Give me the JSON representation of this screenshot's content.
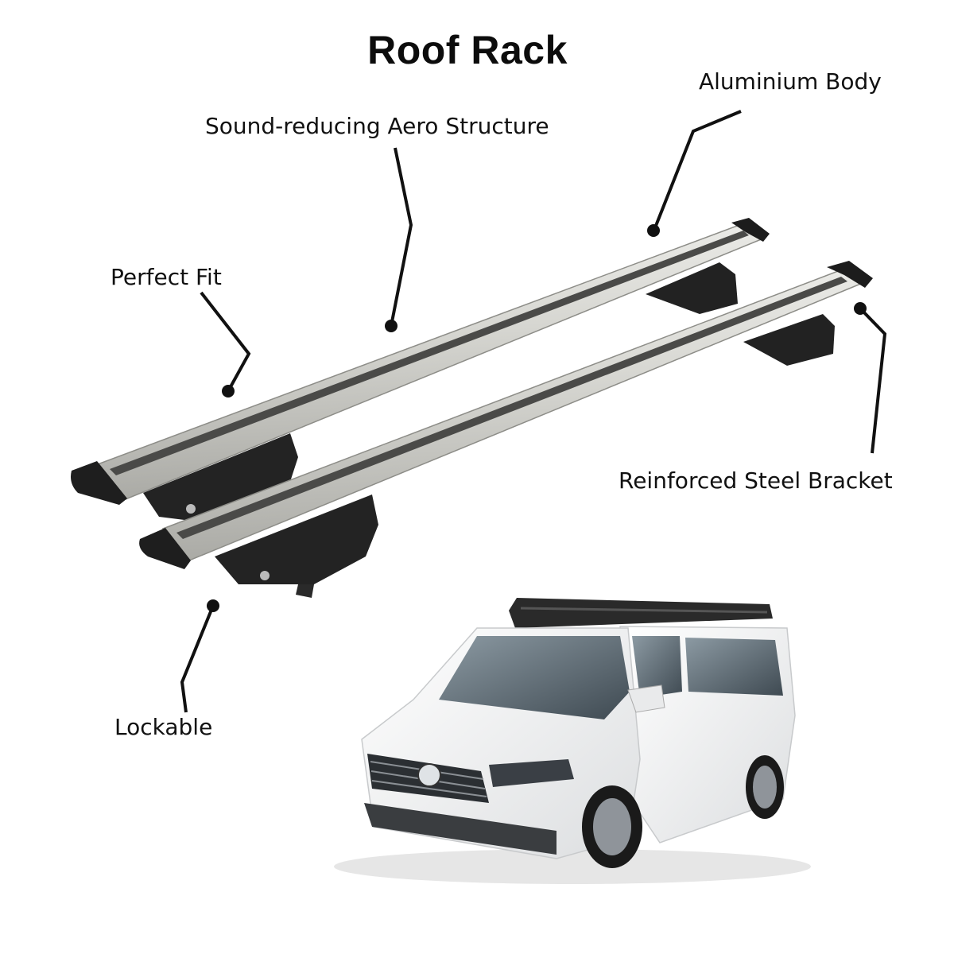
{
  "title": "Roof Rack",
  "callouts": {
    "aero": "Sound-reducing Aero Structure",
    "body": "Aluminium Body",
    "fit": "Perfect Fit",
    "bracket": "Reinforced Steel Bracket",
    "lock": "Lockable"
  },
  "colors": {
    "background": "#ffffff",
    "text": "#111111",
    "bar_silver": "#d9d9d4",
    "bracket_black": "#1e1e1e",
    "van_body": "#f2f3f4"
  },
  "illustrations": [
    "roof-rack-crossbars",
    "van-with-roof-rack"
  ]
}
